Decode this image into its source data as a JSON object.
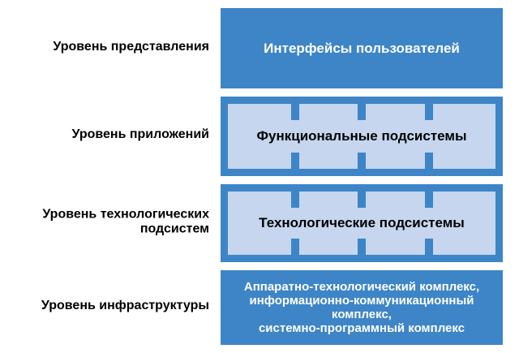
{
  "colors": {
    "box_blue": "#3d85c6",
    "box_light": "#c5d6ee",
    "label_text": "#000000",
    "box_dark_text": "#000000",
    "box_light_text": "#ffffff"
  },
  "diagram": {
    "rows": [
      {
        "label": "Уровень представления",
        "box": "Интерфейсы пользователей",
        "style": "solid"
      },
      {
        "label": "Уровень приложений",
        "box": "Функциональные подсистемы",
        "style": "segmented",
        "segments": 4
      },
      {
        "label": "Уровень технологических\nподсистем",
        "box": "Технологические подсистемы",
        "style": "segmented",
        "segments": 4
      },
      {
        "label": "Уровень инфраструктуры",
        "box": "Аппаратно-технологический комплекс,\nинформационно-коммуникационный\nкомплекс,\nсистемно-программный комплекс",
        "style": "solid"
      }
    ]
  }
}
